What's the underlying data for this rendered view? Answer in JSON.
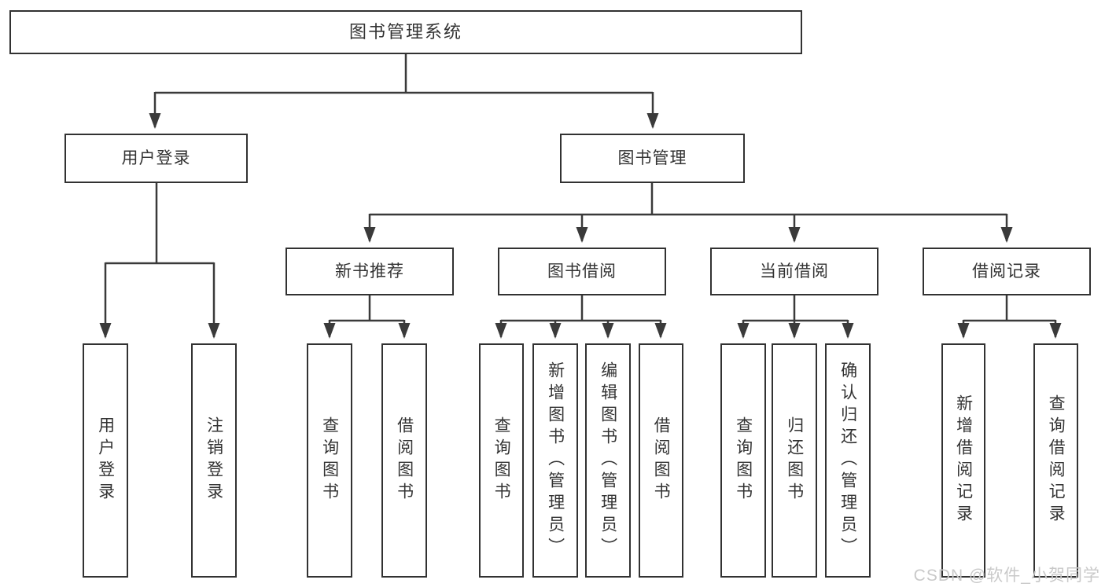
{
  "diagram": {
    "type": "hierarchy-tree",
    "orientation": "top-down"
  },
  "colors": {
    "background": "#ffffff",
    "box_border": "#323232",
    "connector_line": "#3a3a3a",
    "text": "#333333",
    "watermark_text": "#c9c9c9"
  },
  "tree": {
    "root": {
      "label": "图书管理系统"
    },
    "branches": [
      {
        "label": "用户登录",
        "children": [
          {
            "label": "用户登录"
          },
          {
            "label": "注销登录"
          }
        ]
      },
      {
        "label": "图书管理",
        "children": [
          {
            "label": "新书推荐",
            "children": [
              {
                "label": "查询图书"
              },
              {
                "label": "借阅图书"
              }
            ]
          },
          {
            "label": "图书借阅",
            "children": [
              {
                "label": "查询图书"
              },
              {
                "label": "新增图书（管理员）"
              },
              {
                "label": "编辑图书（管理员）"
              },
              {
                "label": "借阅图书"
              }
            ]
          },
          {
            "label": "当前借阅",
            "children": [
              {
                "label": "查询图书"
              },
              {
                "label": "归还图书"
              },
              {
                "label": "确认归还（管理员）"
              }
            ]
          },
          {
            "label": "借阅记录",
            "children": [
              {
                "label": "新增借阅记录"
              },
              {
                "label": "查询借阅记录"
              }
            ]
          }
        ]
      }
    ]
  },
  "watermark": {
    "text": "CSDN @软件_小贺同学"
  }
}
